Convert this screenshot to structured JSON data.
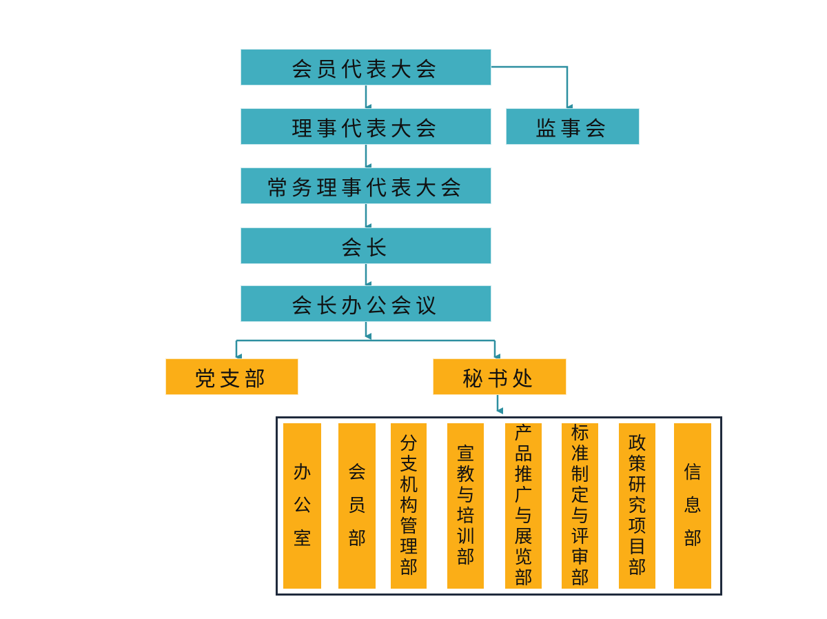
{
  "chart": {
    "general_assembly": "会员代表大会",
    "council": "理事代表大会",
    "supervisory_board": "监事会",
    "standing_council": "常务理事代表大会",
    "president": "会长",
    "president_office_meeting": "会长办公会议",
    "party_branch": "党支部",
    "secretariat": "秘书处",
    "departments": [
      "办公室",
      "会员部",
      "分支机构管理部",
      "宣教与培训部",
      "产品推广与展览部",
      "标准制定与评审部",
      "政策研究项目部",
      "信息部"
    ]
  },
  "colors": {
    "teal": "#41aebf",
    "amber": "#fbae17",
    "connector": "#2d8fa0",
    "frame": "#1f2a3c"
  }
}
